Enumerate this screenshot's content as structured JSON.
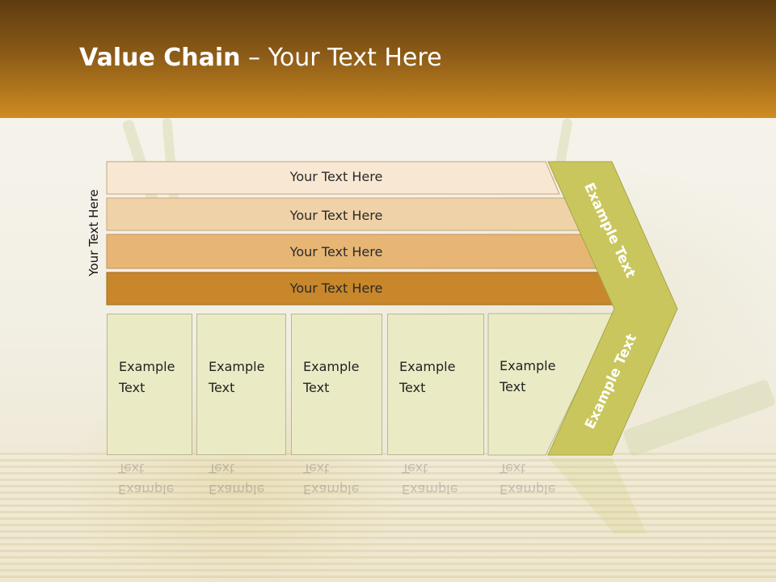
{
  "header": {
    "title_bold": "Value Chain",
    "title_rest": " – Your Text Here"
  },
  "side_label": "Your Text Here",
  "bands": [
    {
      "label": "Your Text Here",
      "color": "#f8e8d3"
    },
    {
      "label": "Your Text Here",
      "color": "#f0d2a8"
    },
    {
      "label": "Your Text Here",
      "color": "#e7b675"
    },
    {
      "label": "Your Text Here",
      "color": "#c8872a"
    }
  ],
  "boxes": [
    {
      "label": "Example\nText"
    },
    {
      "label": "Example\nText"
    },
    {
      "label": "Example\nText"
    },
    {
      "label": "Example\nText"
    },
    {
      "label": "Example\nText"
    }
  ],
  "chevron": {
    "top_label": "Example Text",
    "bottom_label": "Example Text",
    "color": "#c9c65e"
  },
  "colors": {
    "header_dark": "#5e3b10",
    "header_light": "#cf8c22",
    "box_fill": "#eaebc5"
  }
}
